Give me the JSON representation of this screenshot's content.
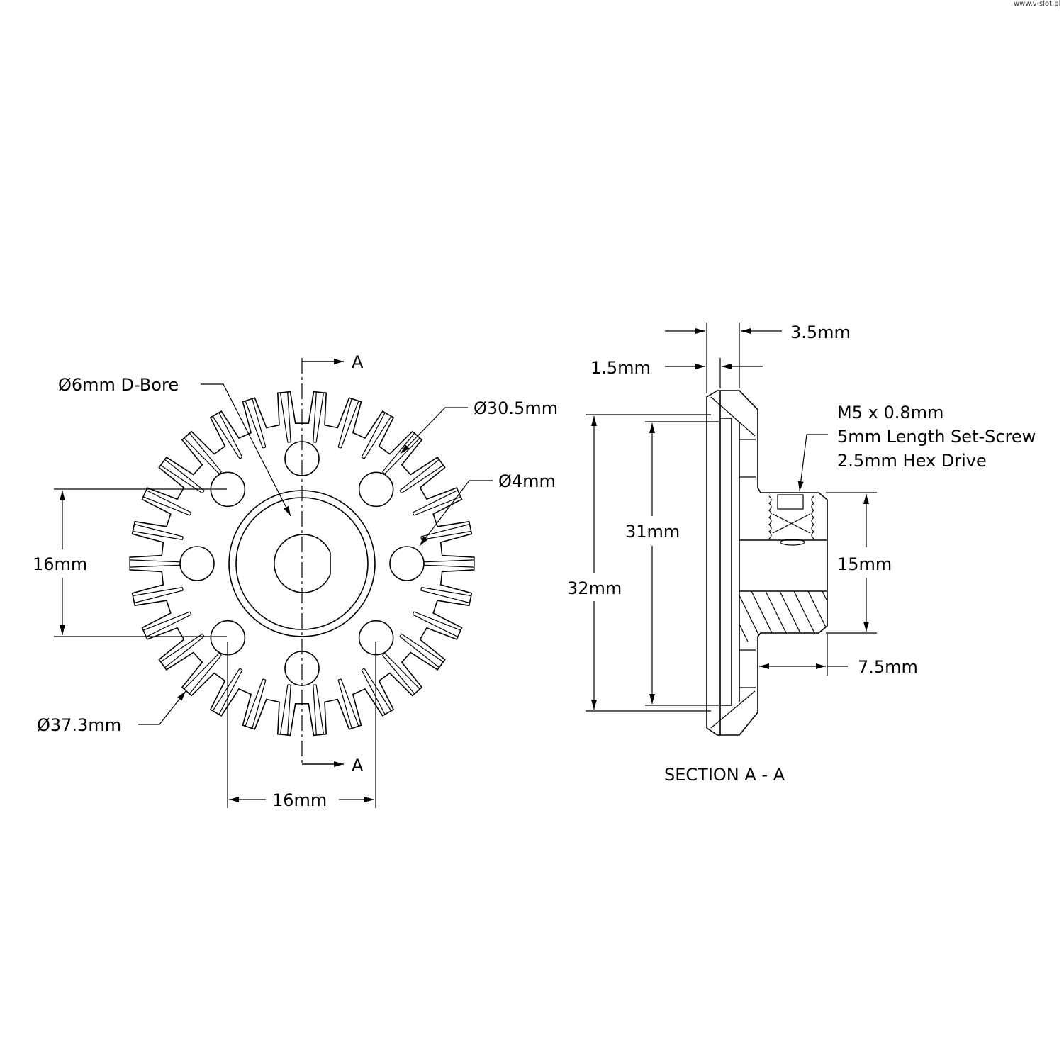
{
  "watermark": "www.v-slot.pl",
  "front_view": {
    "section_marker_top": "A",
    "section_marker_bottom": "A",
    "bore_label": "Ø6mm D-Bore",
    "pitch_diameter_label": "Ø30.5mm",
    "hole_diameter_label": "Ø4mm",
    "outer_diameter_label": "Ø37.3mm",
    "vertical_spacing_label": "16mm",
    "horizontal_spacing_label": "16mm"
  },
  "section_view": {
    "title": "SECTION A - A",
    "dim_3_5": "3.5mm",
    "dim_1_5": "1.5mm",
    "dim_31": "31mm",
    "dim_32": "32mm",
    "dim_15": "15mm",
    "dim_7_5": "7.5mm",
    "setscrew_line1": "M5 x 0.8mm",
    "setscrew_line2": "5mm Length Set-Screw",
    "setscrew_line3": "2.5mm Hex Drive"
  }
}
